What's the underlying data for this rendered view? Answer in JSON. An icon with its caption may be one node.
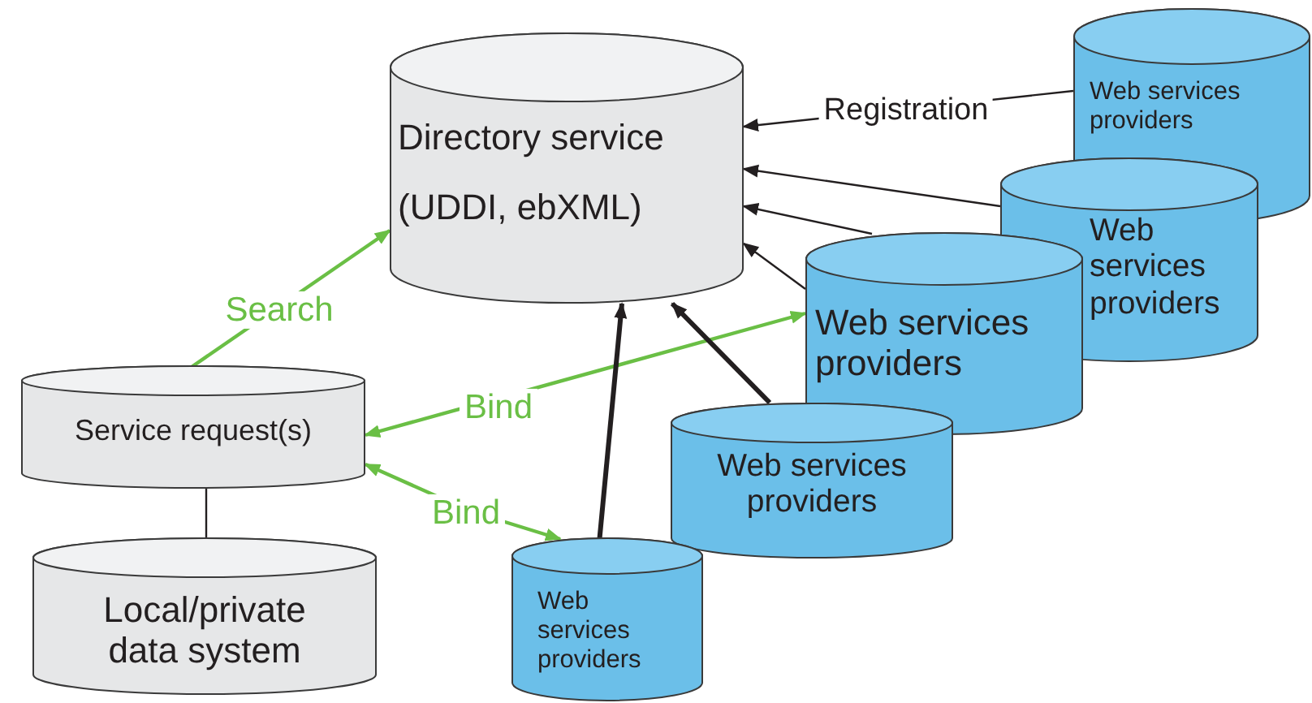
{
  "diagram": {
    "nodes": [
      {
        "text": [
          "Directory service",
          "(UDDI, ebXML)"
        ]
      },
      {
        "text": [
          "Service request(s)"
        ]
      },
      {
        "text": [
          "Local/private data system"
        ]
      },
      {
        "text": [
          "Web services providers"
        ]
      },
      {
        "text": [
          "Web services providers"
        ]
      },
      {
        "text": [
          "Web services providers"
        ]
      },
      {
        "text": [
          "Web services providers"
        ]
      },
      {
        "text": [
          "Web services providers"
        ]
      }
    ],
    "edges": [
      {
        "from": 1,
        "to": 0,
        "arrow": "to",
        "label": "Search",
        "color": "#6abf45"
      },
      {
        "from": 1,
        "to": 5,
        "arrow": "both",
        "label": "Bind",
        "color": "#6abf45"
      },
      {
        "from": 1,
        "to": 7,
        "arrow": "both",
        "label": "Bind",
        "color": "#6abf45"
      },
      {
        "from": 3,
        "to": 0,
        "arrow": "to",
        "label": "Registration"
      },
      {
        "from": 4,
        "to": 0,
        "arrow": "to"
      },
      {
        "from": 5,
        "to": 0,
        "arrow": "to"
      },
      {
        "from": 5,
        "to": 0,
        "arrow": "to"
      },
      {
        "from": 6,
        "to": 0,
        "arrow": "to",
        "style": "thick"
      },
      {
        "from": 7,
        "to": 0,
        "arrow": "to",
        "style": "thick"
      },
      {
        "from": 1,
        "to": 2,
        "arrow": "none"
      }
    ]
  }
}
